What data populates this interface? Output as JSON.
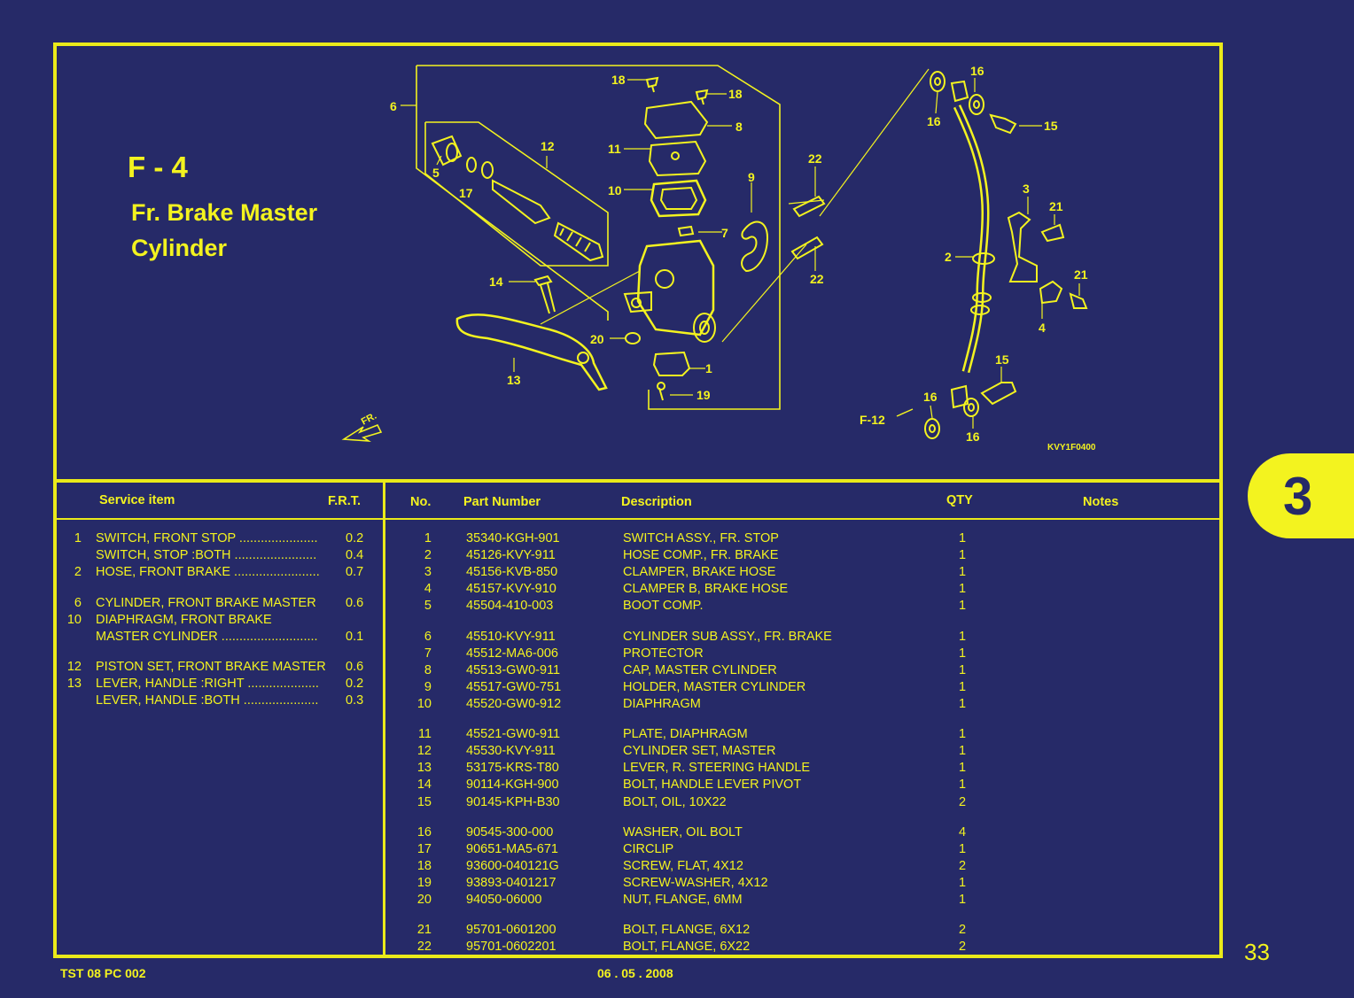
{
  "page": {
    "code": "F - 4",
    "name_line1": "Fr. Brake Master",
    "name_line2": "Cylinder",
    "section_tab": "3",
    "page_number": "33",
    "footer_left": "TST 08 PC 002",
    "footer_center": "06 . 05 . 2008"
  },
  "diagram": {
    "drawing_code": "KVY1F0400",
    "ref_label": "F-12",
    "direction_label": "FR.",
    "callouts": [
      "1",
      "2",
      "3",
      "4",
      "5",
      "6",
      "7",
      "8",
      "9",
      "10",
      "11",
      "12",
      "13",
      "14",
      "15",
      "15",
      "16",
      "16",
      "16",
      "16",
      "17",
      "18",
      "18",
      "19",
      "20",
      "21",
      "21",
      "22",
      "22"
    ]
  },
  "service": {
    "header_item": "Service item",
    "header_frt": "F.R.T.",
    "rows": [
      {
        "no": "1",
        "desc": "SWITCH, FRONT STOP ......................",
        "frt": "0.2"
      },
      {
        "no": "",
        "desc": "SWITCH, STOP :BOTH .......................",
        "frt": "0.4"
      },
      {
        "no": "2",
        "desc": "HOSE, FRONT BRAKE ........................",
        "frt": "0.7"
      },
      {
        "no": "6",
        "desc": "CYLINDER, FRONT BRAKE MASTER",
        "frt": "0.6"
      },
      {
        "no": "10",
        "desc": "DIAPHRAGM, FRONT BRAKE",
        "frt": ""
      },
      {
        "no": "",
        "desc": "MASTER CYLINDER ...........................",
        "frt": "0.1"
      },
      {
        "no": "12",
        "desc": "PISTON SET, FRONT BRAKE MASTER",
        "frt": "0.6"
      },
      {
        "no": "13",
        "desc": "LEVER, HANDLE :RIGHT ....................",
        "frt": "0.2"
      },
      {
        "no": "",
        "desc": "LEVER, HANDLE :BOTH .....................",
        "frt": "0.3"
      }
    ]
  },
  "parts": {
    "header_no": "No.",
    "header_part": "Part Number",
    "header_desc": "Description",
    "header_qty": "QTY",
    "header_notes": "Notes",
    "rows": [
      {
        "no": "1",
        "part": "35340-KGH-901",
        "desc": "SWITCH ASSY., FR. STOP",
        "qty": "1"
      },
      {
        "no": "2",
        "part": "45126-KVY-911",
        "desc": "HOSE COMP., FR. BRAKE",
        "qty": "1"
      },
      {
        "no": "3",
        "part": "45156-KVB-850",
        "desc": "CLAMPER, BRAKE HOSE",
        "qty": "1"
      },
      {
        "no": "4",
        "part": "45157-KVY-910",
        "desc": "CLAMPER B, BRAKE HOSE",
        "qty": "1"
      },
      {
        "no": "5",
        "part": "45504-410-003",
        "desc": "BOOT COMP.",
        "qty": "1"
      },
      {
        "no": "6",
        "part": "45510-KVY-911",
        "desc": "CYLINDER SUB ASSY., FR. BRAKE",
        "qty": "1"
      },
      {
        "no": "7",
        "part": "45512-MA6-006",
        "desc": "PROTECTOR",
        "qty": "1"
      },
      {
        "no": "8",
        "part": "45513-GW0-911",
        "desc": "CAP, MASTER CYLINDER",
        "qty": "1"
      },
      {
        "no": "9",
        "part": "45517-GW0-751",
        "desc": "HOLDER, MASTER CYLINDER",
        "qty": "1"
      },
      {
        "no": "10",
        "part": "45520-GW0-912",
        "desc": "DIAPHRAGM",
        "qty": "1"
      },
      {
        "no": "11",
        "part": "45521-GW0-911",
        "desc": "PLATE, DIAPHRAGM",
        "qty": "1"
      },
      {
        "no": "12",
        "part": "45530-KVY-911",
        "desc": "CYLINDER SET, MASTER",
        "qty": "1"
      },
      {
        "no": "13",
        "part": "53175-KRS-T80",
        "desc": "LEVER, R. STEERING HANDLE",
        "qty": "1"
      },
      {
        "no": "14",
        "part": "90114-KGH-900",
        "desc": "BOLT, HANDLE LEVER PIVOT",
        "qty": "1"
      },
      {
        "no": "15",
        "part": "90145-KPH-B30",
        "desc": "BOLT, OIL, 10X22",
        "qty": "2"
      },
      {
        "no": "16",
        "part": "90545-300-000",
        "desc": "WASHER, OIL BOLT",
        "qty": "4"
      },
      {
        "no": "17",
        "part": "90651-MA5-671",
        "desc": "CIRCLIP",
        "qty": "1"
      },
      {
        "no": "18",
        "part": "93600-040121G",
        "desc": "SCREW, FLAT, 4X12",
        "qty": "2"
      },
      {
        "no": "19",
        "part": "93893-0401217",
        "desc": "SCREW-WASHER, 4X12",
        "qty": "1"
      },
      {
        "no": "20",
        "part": "94050-06000",
        "desc": "NUT, FLANGE, 6MM",
        "qty": "1"
      },
      {
        "no": "21",
        "part": "95701-0601200",
        "desc": "BOLT, FLANGE, 6X12",
        "qty": "2"
      },
      {
        "no": "22",
        "part": "95701-0602201",
        "desc": "BOLT, FLANGE, 6X22",
        "qty": "2"
      }
    ]
  }
}
